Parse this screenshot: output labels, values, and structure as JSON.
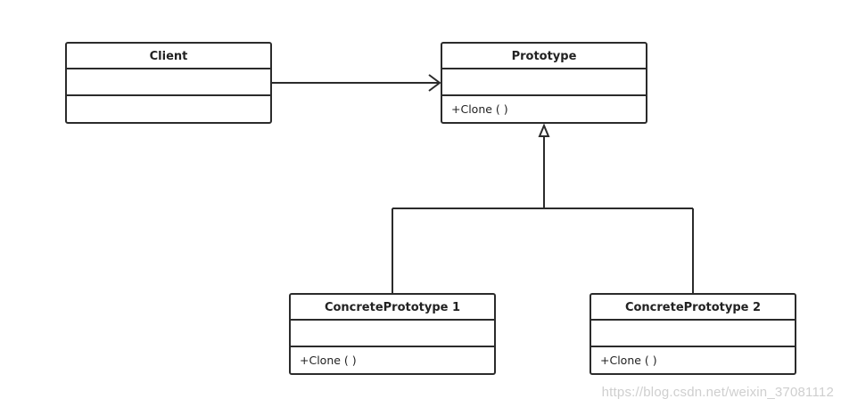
{
  "classes": {
    "client": {
      "name": "Client",
      "operations": ""
    },
    "prototype": {
      "name": "Prototype",
      "operations": "+Clone (   )"
    },
    "concrete_prototype_1": {
      "name": "ConcretePrototype 1",
      "operations": "+Clone (   )"
    },
    "concrete_prototype_2": {
      "name": "ConcretePrototype 2",
      "operations": "+Clone (   )"
    }
  },
  "relationships": [
    {
      "type": "association",
      "from": "Client",
      "to": "Prototype"
    },
    {
      "type": "generalization",
      "from": "ConcretePrototype 1",
      "to": "Prototype"
    },
    {
      "type": "generalization",
      "from": "ConcretePrototype 2",
      "to": "Prototype"
    }
  ],
  "colors": {
    "line": "#2b2b2b",
    "background": "#ffffff",
    "watermark": "#cfcfcf"
  },
  "watermark": "https://blog.csdn.net/weixin_37081112"
}
